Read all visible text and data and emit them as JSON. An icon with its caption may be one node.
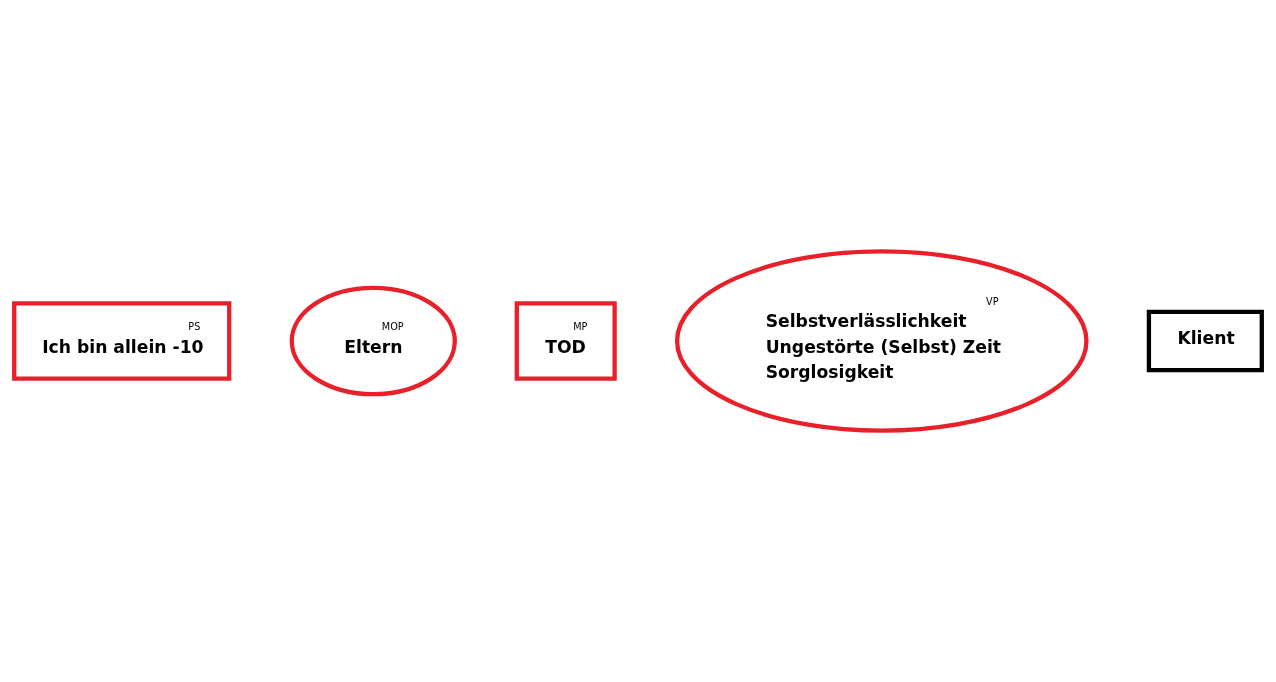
{
  "diagram": {
    "nodes": [
      {
        "text": [
          "PS",
          "Ich bin allein -10"
        ]
      },
      {
        "text": [
          "MOP",
          "Eltern"
        ]
      },
      {
        "text": [
          "MP",
          "TOD"
        ]
      },
      {
        "text": [
          "VP",
          "Selbstverlässlichkeit",
          "Ungestörte (Selbst) Zeit",
          "Sorglosigkeit"
        ]
      },
      {
        "text": [
          "Klient"
        ]
      }
    ]
  }
}
